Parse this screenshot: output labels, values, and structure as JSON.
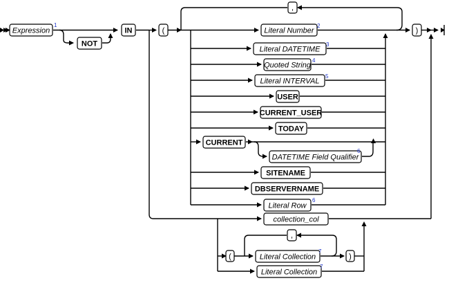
{
  "diagram": {
    "expression": "Expression",
    "expression_ref": "1",
    "not_kw": "NOT",
    "in_kw": "IN",
    "open_paren": "(",
    "close_paren": ")",
    "comma": ",",
    "choices": {
      "literal_number": "Literal Number",
      "literal_number_ref": "2",
      "literal_datetime": "Literal DATETIME",
      "literal_datetime_ref": "3",
      "quoted_string": "Quoted String",
      "quoted_string_ref": "4",
      "literal_interval": "Literal INTERVAL",
      "literal_interval_ref": "5",
      "user": "USER",
      "current_user": "CURRENT_USER",
      "today": "TODAY",
      "current": "CURRENT",
      "datetime_qualifier": "DATETIME Field Qualifier",
      "datetime_qualifier_ref": "6",
      "sitename": "SITENAME",
      "dbservername": "DBSERVERNAME",
      "literal_row": "Literal Row",
      "literal_row_ref": "6"
    },
    "collection": {
      "collection_col": "collection_col",
      "literal_collection_1": "Literal Collection",
      "literal_collection_1_ref": "7",
      "literal_collection_2": "Literal Collection",
      "literal_collection_2_ref": "7"
    }
  }
}
